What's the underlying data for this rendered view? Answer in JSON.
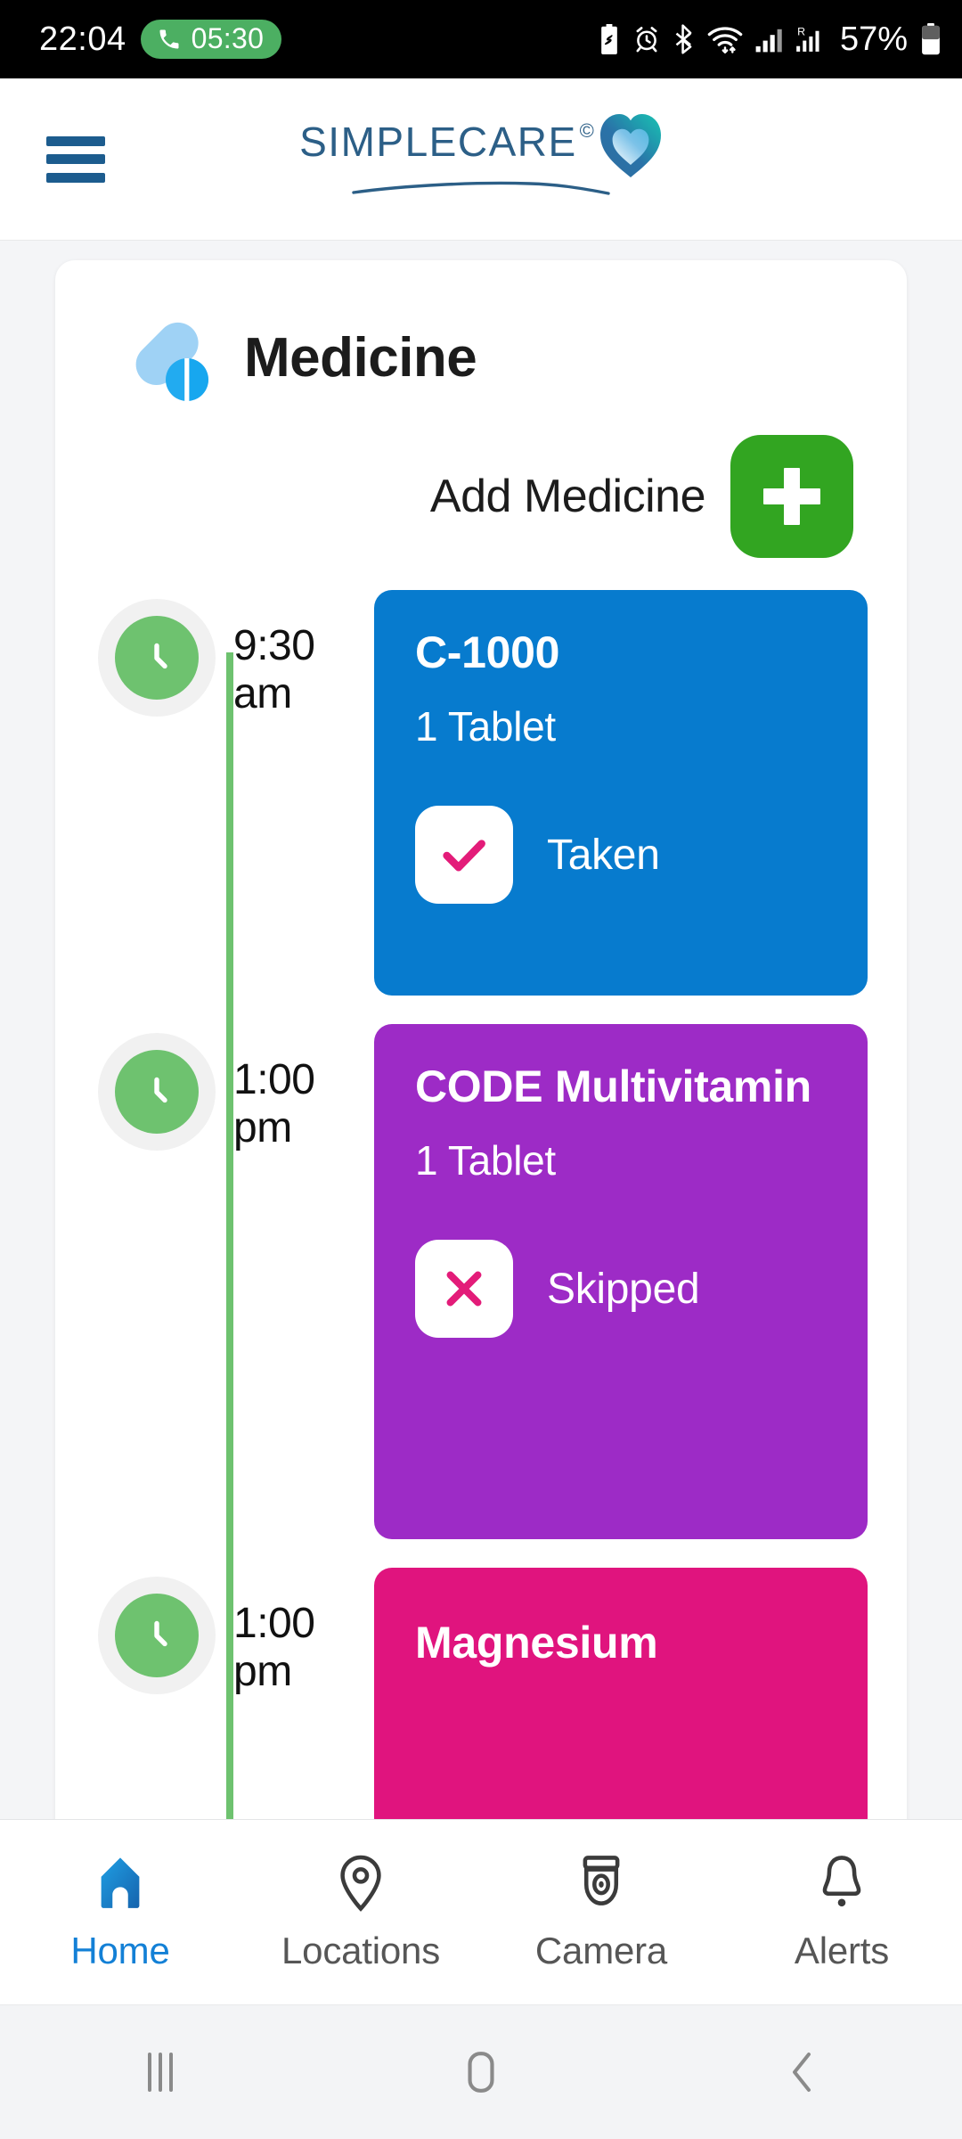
{
  "status_bar": {
    "clock": "22:04",
    "call_timer": "05:30",
    "battery_percent": "57%",
    "icons": [
      "phone-icon",
      "battery-saver-icon",
      "alarm-icon",
      "bluetooth-icon",
      "wifi-icon",
      "signal-icon",
      "roaming-signal-icon",
      "battery-icon"
    ]
  },
  "app_bar": {
    "menu_icon": "hamburger-menu-icon",
    "logo_text": "SIMPLECARE",
    "logo_copyright": "©",
    "logo_icon": "heart-logo-icon"
  },
  "section": {
    "icon": "pills-icon",
    "title": "Medicine",
    "add_label": "Add Medicine",
    "add_icon": "plus-icon"
  },
  "timeline": {
    "items": [
      {
        "time_hour": "9:30",
        "time_meridiem": "am",
        "clock_icon": "clock-icon",
        "name": "C-1000",
        "dose": "1 Tablet",
        "status": "Taken",
        "status_icon": "check-icon",
        "color": "#077BCE"
      },
      {
        "time_hour": "1:00",
        "time_meridiem": "pm",
        "clock_icon": "clock-icon",
        "name": "CODE Multivitamin",
        "dose": "1 Tablet",
        "status": "Skipped",
        "status_icon": "x-icon",
        "color": "#9D2BC6"
      },
      {
        "time_hour": "1:00",
        "time_meridiem": "pm",
        "clock_icon": "clock-icon",
        "name": "Magnesium",
        "dose": "",
        "status": "",
        "status_icon": "",
        "color": "#E0147E"
      }
    ]
  },
  "bottom_nav": {
    "items": [
      {
        "label": "Home",
        "icon": "home-icon",
        "active": true
      },
      {
        "label": "Locations",
        "icon": "map-pin-icon",
        "active": false
      },
      {
        "label": "Camera",
        "icon": "security-camera-icon",
        "active": false
      },
      {
        "label": "Alerts",
        "icon": "bell-icon",
        "active": false
      }
    ]
  },
  "android_nav": {
    "recents": "recents-icon",
    "home": "home-square-icon",
    "back": "back-chevron-icon"
  },
  "colors": {
    "accent_blue": "#1380d6",
    "green": "#32a521",
    "timeline_green": "#6ec26f",
    "pink_mark": "#E31C79",
    "logo_blue": "#2c5f87"
  }
}
